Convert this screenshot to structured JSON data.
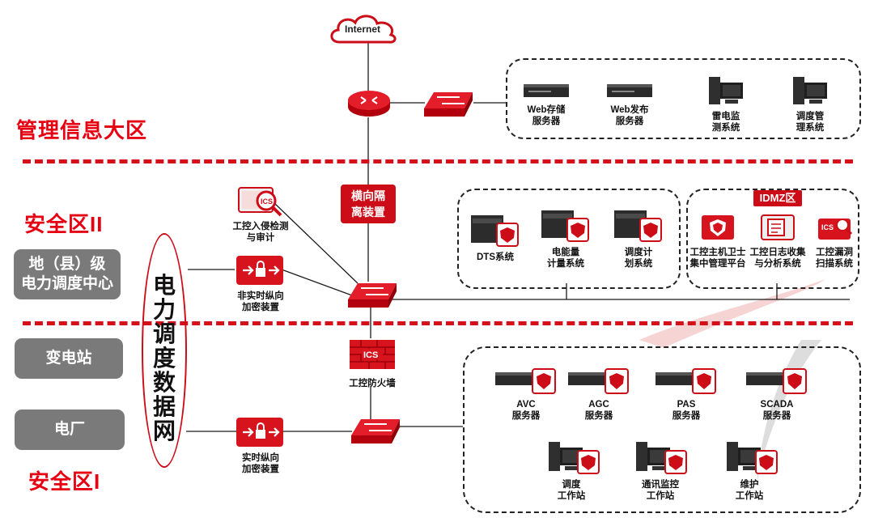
{
  "internet_label": "Internet",
  "zones": {
    "management": "管理信息大区",
    "zone2": "安全区II",
    "zone1": "安全区I"
  },
  "network": {
    "label": "电力调度数据网"
  },
  "sites": {
    "county": [
      "地（县）级",
      "电力调度中心"
    ],
    "substation": "变电站",
    "power_plant": "电厂"
  },
  "devices": {
    "isolation": [
      "横向隔",
      "离装置"
    ],
    "ids": [
      "工控入侵检测",
      "与审计"
    ],
    "nonrt_encrypt": [
      "非实时纵向",
      "加密装置"
    ],
    "rt_encrypt": [
      "实时纵向",
      "加密装置"
    ],
    "firewall": "工控防火墙",
    "ics_tag": "ICS"
  },
  "management_servers": [
    [
      "Web存储",
      "服务器"
    ],
    [
      "Web发布",
      "服务器"
    ],
    [
      "雷电监",
      "测系统"
    ],
    [
      "调度管",
      "理系统"
    ]
  ],
  "zone2_systems": [
    [
      "DTS系统"
    ],
    [
      "电能量",
      "计量系统"
    ],
    [
      "调度计",
      "划系统"
    ]
  ],
  "idmz": {
    "title": "IDMZ区",
    "items": [
      [
        "工控主机卫士",
        "集中管理平台"
      ],
      [
        "工控日志收集",
        "与分析系统"
      ],
      [
        "工控漏洞",
        "扫描系统"
      ]
    ]
  },
  "zone1_servers": [
    [
      "AVC",
      "服务器"
    ],
    [
      "AGC",
      "服务器"
    ],
    [
      "PAS",
      "服务器"
    ],
    [
      "SCADA",
      "服务器"
    ]
  ],
  "zone1_workstations": [
    [
      "调度",
      "工作站"
    ],
    [
      "通讯监控",
      "工作站"
    ],
    [
      "维护",
      "工作站"
    ]
  ]
}
